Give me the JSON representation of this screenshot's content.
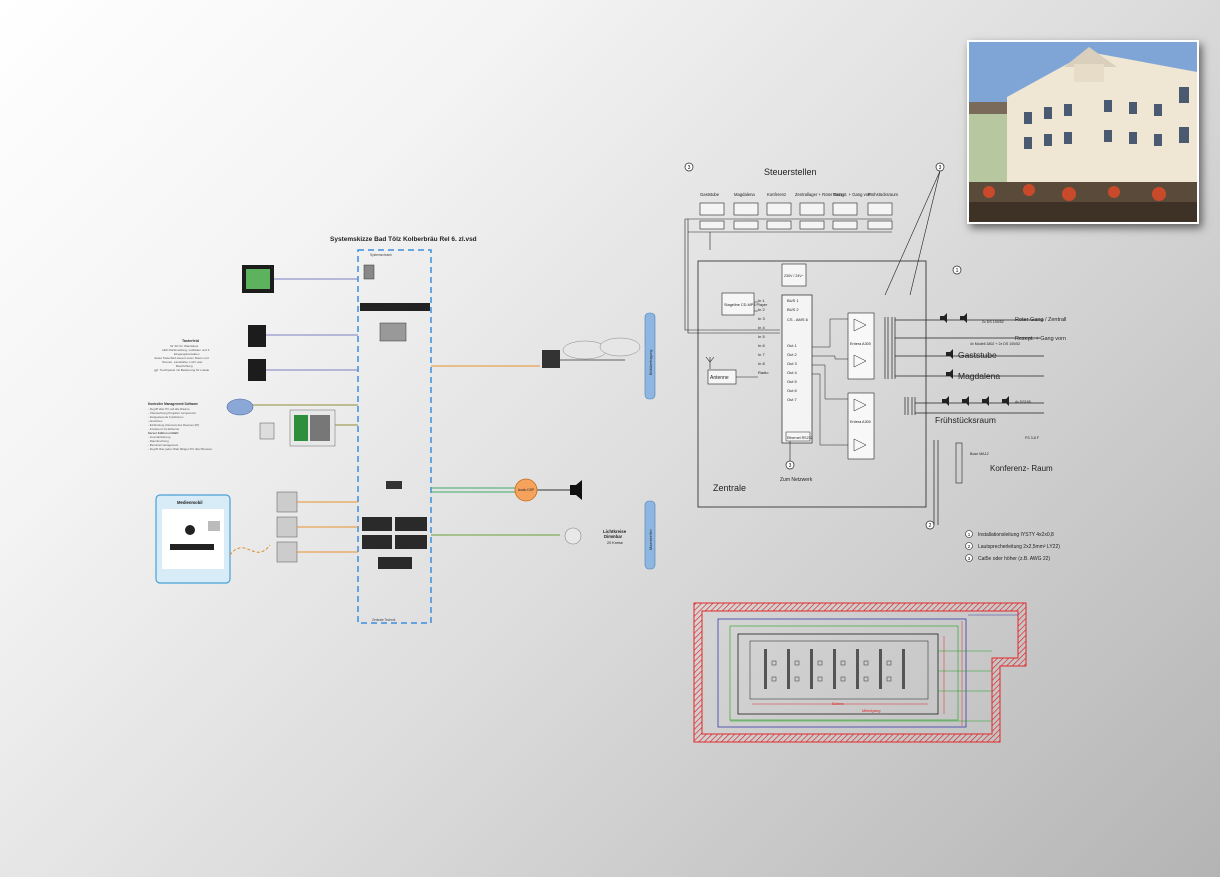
{
  "system_sketch": {
    "title": "Systemskizze Bad Tölz Kolberbräu Rel 6. zl.vsd",
    "rack_label": "Systemschrank",
    "rack_bottom_label": "Zentrale Technik",
    "taster_heading": "Tasterfeld",
    "taster_text": [
      "für 30 Cm Wanddose",
      "LED Rückmeldung, Leitfaden und 4",
      "Eingangskontakten",
      "Jedes Tasterfeld steuert einen Raum und",
      "Szenen, Lautstärke, Licht usw.",
      "Beschriftung",
      "ggf. Touchpanel mit Bedienung für Lokale"
    ],
    "mgmt_heading": "Kontroller Management Software",
    "mgmt_text": [
      "- Zugriff über PC auf alle Räume",
      "- Überwachung Projektor Lampenzeit",
      "- Zeitgesteuerte Funktionen",
      "- Ansichten",
      "- Einbindung (Internet) des Raumes (IP)",
      "- Konferenz ins Ethernet",
      "Server Edition enthält:",
      "- Inventarisierung",
      "- Raumbuchung",
      "- Benutzermanagement",
      "- Zugriff über jeden Web fähigen PC über Browser"
    ],
    "medienmobil_label": "Medienmobil",
    "audio_label": "Audio DSP",
    "light_label": "Lichtkreise",
    "light_sub": "Dimmbar",
    "light_count": "20 Kreise",
    "right_bar_1": "Bildübertragung",
    "right_bar_2": "Mixerstreifen"
  },
  "schematic": {
    "title": "Steuerstellen",
    "stations": [
      "Gaststube",
      "Magdalena",
      "Konferenz",
      "Zentrallager + Roter Gang",
      "Rezept. + Gang vorn",
      "Frühstücksraum"
    ],
    "inputs": [
      "In 1",
      "In 2",
      "In 3",
      "In 4",
      "In 5",
      "In 6",
      "In 7",
      "In 8",
      "Radio"
    ],
    "outputs": [
      "BUS 1",
      "BUS 2",
      "CS - AMS 6",
      "Out 1",
      "Out 2",
      "Out 3",
      "Out 4",
      "Out 5",
      "Out 6",
      "Out 7"
    ],
    "stageline": "Stageline CD-MP3 Player",
    "antenne": "Antenne",
    "power": "230V / 24V~",
    "amp1": "Entera A300",
    "amp2": "Entera A300",
    "zentrale": "Zentrale",
    "zum_netzwerk": "Zum Netzwerk",
    "ethernet": "Ethernet RS232",
    "zones": [
      "Roter Gang / Zentrall",
      "Rezept. + Gang vorn",
      "Gaststube",
      "Magdalena",
      "Frühstücksraum",
      "Konferenz- Raum"
    ],
    "zone_notes": [
      "2x DS 100/52",
      "4x Modell 1802 + 2x DS 100/52",
      "4x DS165",
      "FS 3-8 F",
      "Bose MA12"
    ],
    "legend": [
      {
        "num": "1",
        "text": "Installationsleitung IYSTY 4x2x0,8"
      },
      {
        "num": "2",
        "text": "Lautsprecherleitung 2x2,5mm² LY22)"
      },
      {
        "num": "3",
        "text": "Cat5e oder höher (z.B. AWG 22)"
      }
    ]
  },
  "floorplan": {
    "labels": [
      "Bühne",
      "Mittelgang"
    ]
  },
  "photo": {
    "description": "Hotel Kolberbräu facade"
  }
}
